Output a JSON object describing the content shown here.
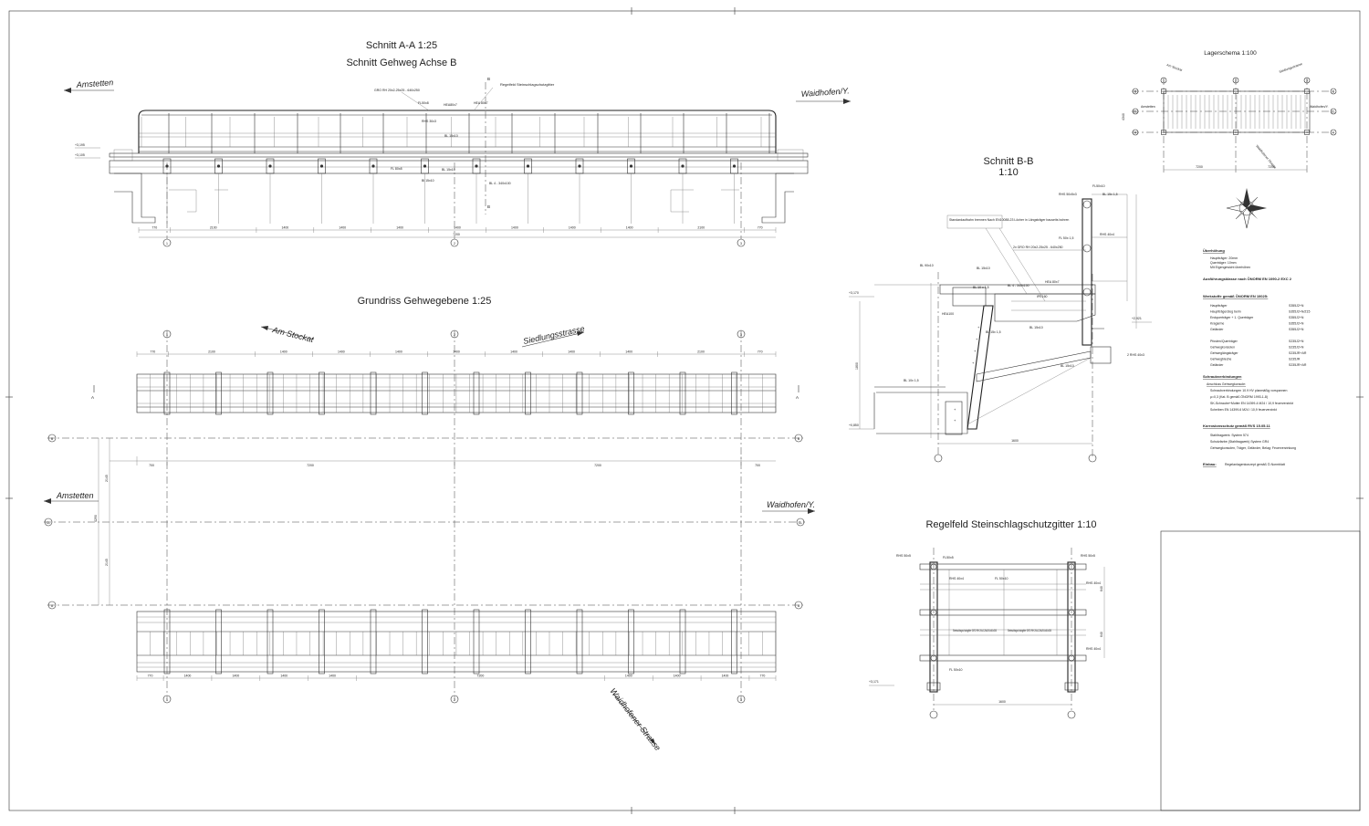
{
  "sections": {
    "aa": {
      "title1": "Schnitt A-A  1:25",
      "title2": "Schnitt Gehweg Achse B",
      "left_dir": "Amstetten",
      "right_dir": "Waidhofen/Y.",
      "section_mark": "B",
      "callout_main": "Regelfeld Steinschlagschutzgitter",
      "callout_profile": "GRO RH 20x2-25x25 - 640x250",
      "dims": [
        "770",
        "2100",
        "1400",
        "1400",
        "1400",
        "1400",
        "1400",
        "1400",
        "1400",
        "2100",
        "770"
      ],
      "dim_total": "7200",
      "level_left": "+3,195",
      "level_left2": "+3,105",
      "axes": [
        "1",
        "2",
        "3"
      ],
      "labels": [
        "FL50x8",
        "HEA80x7",
        "RHS 30x3",
        "BL 15x10",
        "FL 80x8",
        "BL 4 - 340x100",
        "Bl 15x10",
        "BL 15x10",
        "HEA 80x7"
      ]
    },
    "grundriss": {
      "title": "Grundriss Gehwegebene  1:25",
      "street_top_left": "Am Stockat",
      "street_top_right": "Siedlungsstrasse",
      "left_dir": "Amstetten",
      "right_dir": "Waidhofen/Y.",
      "street_bottom": "Waidhofener Strasse",
      "axes_rows": [
        "B",
        "CL",
        "A"
      ],
      "axes_cols": [
        "1",
        "2",
        "3"
      ],
      "dims_top": [
        "770",
        "2100",
        "1400",
        "1400",
        "1400",
        "1400",
        "1400",
        "1400",
        "1400",
        "2100",
        "770"
      ],
      "dims_mid": [
        "700",
        "7200",
        "7200",
        "700"
      ],
      "dims_bottom": [
        "770",
        "1400",
        "1400",
        "1400",
        "1400",
        "7200",
        "1400",
        "1400",
        "1400",
        "770"
      ],
      "section_mark": "A",
      "side_dims": [
        "2145",
        "4290",
        "2145"
      ]
    },
    "bb": {
      "title1": "Schnitt B-B",
      "title2": "1:10",
      "note_box": "Standardaufbahn brennen Nach EN10088-23 Löcher in Längsträger bauseits bohren",
      "callout_profile": "2x GRO RH 20x2-25x25 - 640x250",
      "callout_top": "FL50x10",
      "labels": [
        "RHS 50x5x3",
        "BL 15x 1,5",
        "FL 50x 1,5",
        "RHS 40x4",
        "BL 90x10",
        "BL 15x10",
        "HEA 80x7",
        "BL 4 - 340x100",
        "BL 10 x 1,5",
        "IPE160",
        "HEA100",
        "BL 15x 1,5",
        "BL 15x10",
        "BL 15x10",
        "2 RHS 40x3",
        "BL 10x 1,5"
      ],
      "level_left": "+3,170",
      "level_right": "+2,921",
      "level_bottom": "+0,850",
      "dim_bottom": "1600",
      "dim_side": "1800"
    },
    "lagerschema": {
      "title": "Lagerschema 1:100",
      "labels_top": [
        "Am Stockat",
        "Siedlungsstrasse"
      ],
      "label_left": "Amstetten",
      "label_right": "Waidhofen/Y.",
      "label_bottom": "Waidhofener Strasse",
      "dims": [
        "7200",
        "7200"
      ],
      "side_dim": "4340",
      "axes_rows": [
        "B",
        "CL",
        "A"
      ],
      "axes_cols": [
        "1",
        "2",
        "3"
      ]
    },
    "regelfeld": {
      "title": "Regelfeld Steinschlagschutzgitter 1:10",
      "labels": [
        "RHS 50x5",
        "FL50x5",
        "RHS 50x5",
        "RHS 40x4",
        "FL 50x10",
        "RHS 40x4",
        "Steinschlagschutzgitter GRO RH 20x2-25x25-640x250",
        "Steinschlagschutzgitter GRO RH 20x2-25x25-640x250",
        "FL 50x10",
        "RHS 40x4"
      ],
      "level": "+3,171",
      "dim_bottom": "1600",
      "dims_side": [
        "640",
        "640"
      ]
    }
  },
  "notes": {
    "heading1": "Überhöhung",
    "lines1": [
      "Hauptträger: 20mm",
      "Querträger: 10mm",
      "Mit Eigengewicht überhöhen"
    ],
    "heading2": "Ausführungsklasse nach ÖNORM EN 1090-2   EXC 2",
    "heading3": "Werkstoffe gemäß ÖNORM EN 10025:",
    "materials": [
      [
        "Hauptträger",
        "S355J2+N"
      ],
      [
        "Hauptträgersteg beim",
        "S355J2+N/Z15"
      ],
      [
        "Endquerträger + 1. Querträger",
        "S355J2+N"
      ],
      [
        "Kragarme",
        "S355J2+N"
      ],
      [
        "Geländer",
        "S355J2+N"
      ],
      [
        "",
        ""
      ],
      [
        "Pfosten/Querträger",
        "S235J2+N"
      ],
      [
        "Gehwegkonsolen",
        "S235J2+N"
      ],
      [
        "Gehweglängsträger",
        "S235JR+AR"
      ],
      [
        "Gehwegbleche",
        "S235JR"
      ],
      [
        "Geländer",
        "S235JR+AR"
      ]
    ],
    "heading4": "Schraubverbindungen",
    "lines4": [
      "Anschluss Gehwegkonsole:",
      "Schraubverbindungen 10.9 HV planmäßig vorspannen",
      "μ=0,3 (Kat. B gemäß ÖNORM 1993-1-8)",
      "SK-Schraube+Mutter EN 14399-4 M24 / 10,9 feuerverzinkt",
      "Scheiben EN 14399-6 M24 / 10,9 feuerverzinkt"
    ],
    "heading5": "Korrosionsschutz gemäß RVS 15.05.11",
    "lines5": [
      "Stahltragwerk: System 574",
      "Schutzfarbe (Stahltragwerk) System GR4",
      "Gehwegkonsolen, Träger, Geländer, Belag: Feuerverzinkung"
    ],
    "heading6": "Einbau:",
    "line6": "Regelanlagenkonzept gemäß Ö-Normblatt"
  }
}
